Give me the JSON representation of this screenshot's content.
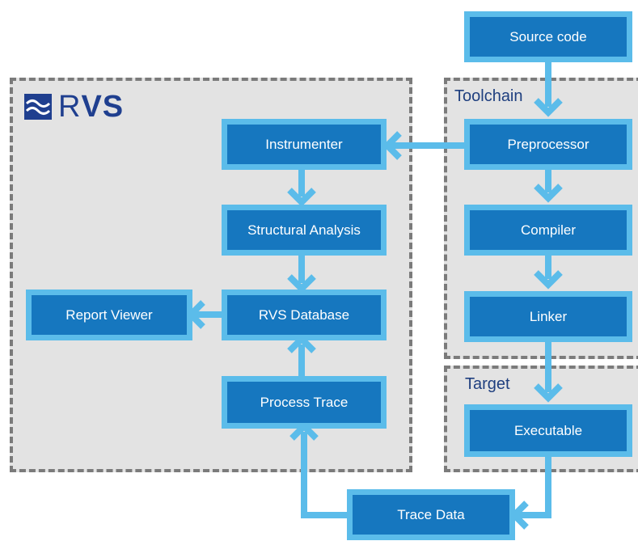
{
  "logo": {
    "r": "R",
    "vs": "VS"
  },
  "regions": {
    "toolchain": "Toolchain",
    "target": "Target"
  },
  "nodes": {
    "source_code": "Source code",
    "preprocessor": "Preprocessor",
    "compiler": "Compiler",
    "linker": "Linker",
    "executable": "Executable",
    "trace_data": "Trace Data",
    "instrumenter": "Instrumenter",
    "structural_analysis": "Structural Analysis",
    "rvs_database": "RVS Database",
    "report_viewer": "Report Viewer",
    "process_trace": "Process Trace"
  },
  "colors": {
    "box_fill": "#1677bf",
    "box_border": "#5bbcea",
    "arrow": "#5bbcea",
    "region_fill": "#e3e3e3",
    "region_border": "#7b7b7b",
    "label": "#1f3f7f"
  }
}
